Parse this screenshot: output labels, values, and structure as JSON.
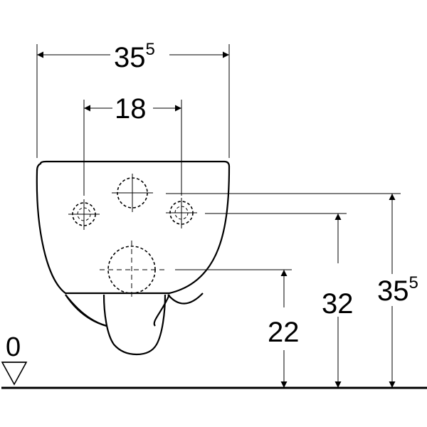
{
  "dimensions": {
    "overall_width": {
      "main": "35",
      "sup": "5"
    },
    "bolt_spacing": "18",
    "outlet_height": "22",
    "inlet_height": "32",
    "overall_height": {
      "main": "35",
      "sup": "5"
    },
    "base_level": "0"
  },
  "colors": {
    "line": "#000000",
    "background": "#ffffff"
  }
}
